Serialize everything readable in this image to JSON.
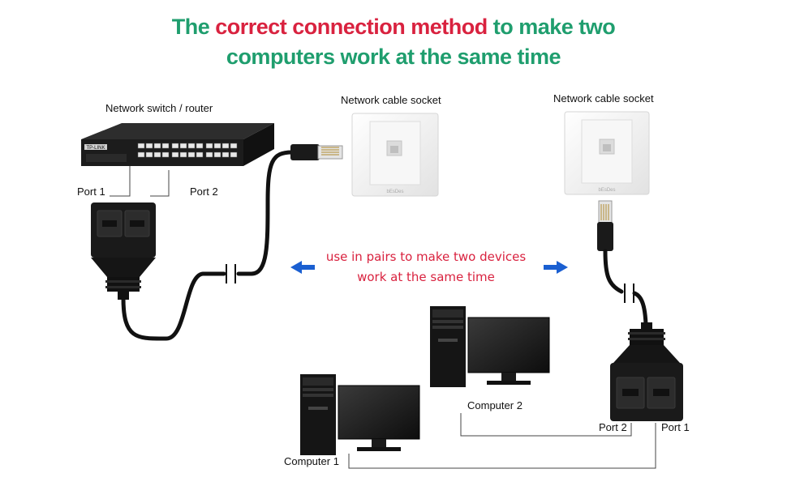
{
  "title": {
    "part1": "The ",
    "part2": "correct connection method",
    "part3": " to make two",
    "line2": "computers work at the same time"
  },
  "labels": {
    "switch": "Network switch / router",
    "socket_left": "Network cable socket",
    "socket_right": "Network cable socket",
    "port1_left": "Port 1",
    "port2_left": "Port 2",
    "port2_right": "Port 2",
    "port1_right": "Port 1",
    "computer1": "Computer 1",
    "computer2": "Computer 2",
    "switch_brand": "TP-LINK",
    "plate_brand": "bEsDes"
  },
  "note": {
    "line1": "use in pairs to make two devices",
    "line2": "work at the same time"
  },
  "colors": {
    "title_green": "#1f9e6e",
    "title_red": "#d9223f",
    "note_red": "#d9223f",
    "arrow_blue": "#1a5fd1"
  }
}
